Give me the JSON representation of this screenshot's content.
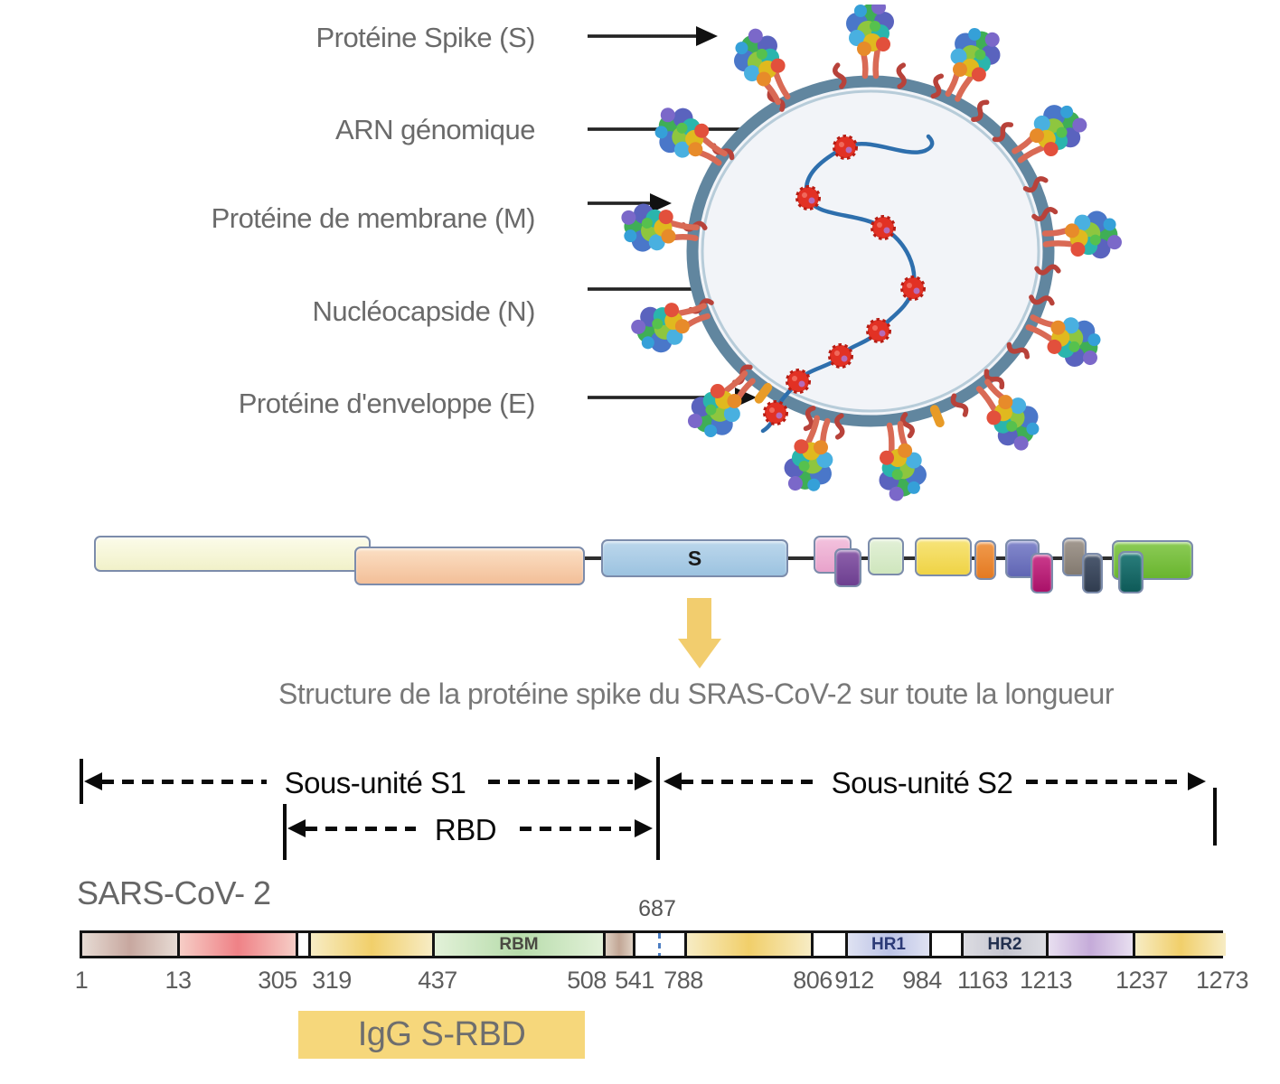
{
  "figure": {
    "virus": {
      "labels": [
        "Protéine Spike (S)",
        "ARN génomique",
        "Protéine de membrane (M)",
        "Nucléocapside (N)",
        "Protéine d'enveloppe (E)"
      ]
    },
    "genome": {
      "s_label": "S"
    },
    "spike_title": "Structure de la protéine spike du SRAS-CoV-2 sur toute la longueur",
    "regions": {
      "s1": "Sous-unité S1",
      "s2": "Sous-unité S2",
      "rbd": "RBD"
    },
    "bar": {
      "name": "SARS-CoV- 2",
      "cleavage": "687",
      "domain_labels": {
        "rbm": "RBM",
        "hr1": "HR1",
        "hr2": "HR2"
      },
      "positions": [
        "1",
        "13",
        "305",
        "319",
        "437",
        "508",
        "541",
        "788",
        "806",
        "912",
        "984",
        "1163",
        "1213",
        "1237",
        "1273"
      ]
    },
    "antibody": "IgG S-RBD",
    "colors": {
      "accent_yellow": "#f2cd6e",
      "igg_box": "#f6d77b",
      "cleavage_dash": "#4d7ec2",
      "label_gray": "#6a6a6a"
    }
  }
}
